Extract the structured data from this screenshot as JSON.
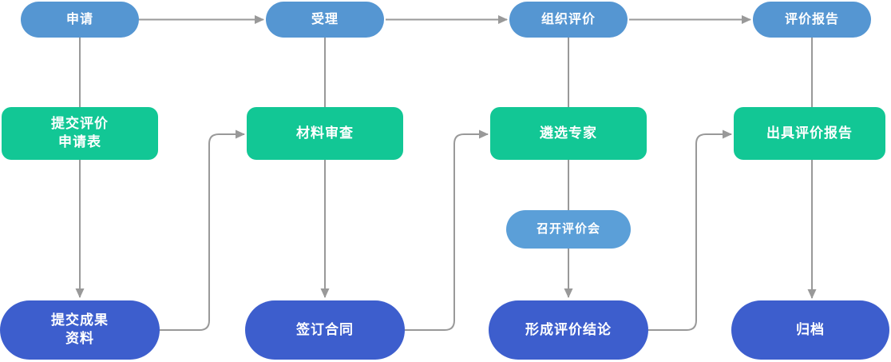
{
  "diagram": {
    "type": "flowchart",
    "columns": 4
  },
  "colors": {
    "stage_pill": "#5596d2",
    "meeting_pill": "#5b9fd8",
    "process_box": "#12c795",
    "result_pill": "#3d5ecd",
    "connector": "#999999",
    "text": "#ffffff",
    "background": "#ffffff"
  },
  "stages": [
    {
      "label": "申请"
    },
    {
      "label": "受理"
    },
    {
      "label": "组织评价"
    },
    {
      "label": "评价报告"
    }
  ],
  "processes": [
    {
      "label": "提交评价\n申请表"
    },
    {
      "label": "材料审查"
    },
    {
      "label": "遴选专家"
    },
    {
      "label": "出具评价报告"
    }
  ],
  "meeting": {
    "label": "召开评价会"
  },
  "results": [
    {
      "label": "提交成果\n资料"
    },
    {
      "label": "签订合同"
    },
    {
      "label": "形成评价结论"
    },
    {
      "label": "归档"
    }
  ],
  "flow": {
    "top_row": [
      "申请",
      "受理",
      "组织评价",
      "评价报告"
    ],
    "column_chains": [
      [
        "申请",
        "提交评价申请表",
        "提交成果资料"
      ],
      [
        "受理",
        "材料审查",
        "签订合同"
      ],
      [
        "组织评价",
        "遴选专家",
        "召开评价会",
        "形成评价结论"
      ],
      [
        "评价报告",
        "出具评价报告",
        "归档"
      ]
    ],
    "cross_links": [
      [
        "提交成果资料",
        "材料审查"
      ],
      [
        "签订合同",
        "遴选专家"
      ],
      [
        "形成评价结论",
        "出具评价报告"
      ]
    ]
  }
}
